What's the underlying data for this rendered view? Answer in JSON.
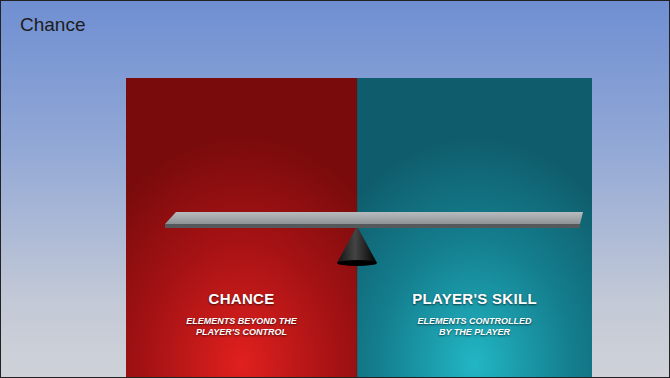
{
  "diagram": {
    "title": "Chance",
    "nodes": [
      {
        "text": [
          "CHANCE",
          "ELEMENTS BEYOND THE PLAYER'S CONTROL"
        ]
      },
      {
        "text": [
          "PLAYER'S SKILL",
          "ELEMENTS CONTROLLED BY THE PLAYER"
        ]
      }
    ]
  }
}
